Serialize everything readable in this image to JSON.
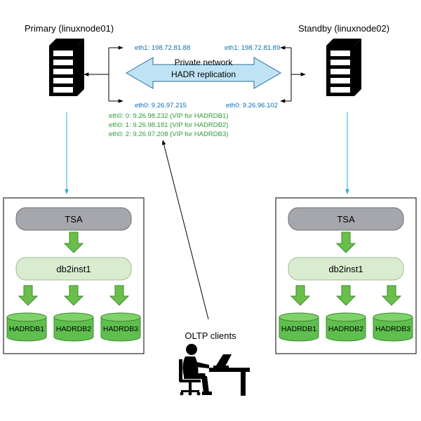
{
  "primary": {
    "title": "Primary (linuxnode01)",
    "eth1": "eth1: 198.72.81.88",
    "eth0": "eth0: 9.26.97.215",
    "vips": [
      "eth0: 0: 9.26.98.232 (VIP for HADRDB1)",
      "eth0: 1: 9.26.98.181 (VIP for HADRDB2)",
      "eth0: 2: 9.26.97.208 (VIP for HADRDB3)"
    ],
    "tsa": "TSA",
    "instance": "db2inst1",
    "databases": [
      "HADRDB1",
      "HADRDB2",
      "HADRDB3"
    ]
  },
  "standby": {
    "title": "Standby (linuxnode02)",
    "eth1": "eth1: 198.72.81.89",
    "eth0": "eth0: 9.26.96.102",
    "tsa": "TSA",
    "instance": "db2inst1",
    "databases": [
      "HADRDB1",
      "HADRDB2",
      "HADRDB3"
    ]
  },
  "network": {
    "line1": "Private network",
    "line2": "HADR replication"
  },
  "clients": {
    "label": "OLTP clients"
  },
  "colors": {
    "tsa_fill": "#a6a6ad",
    "instance_fill": "#d9ecd0",
    "db_fill": "#5fbf4e",
    "arrow_green": "#6abf4b",
    "net_arrow_fill": "#bfe3f5",
    "link_blue": "#2aa7e0",
    "net_text": "#0b6fb0",
    "vip_text": "#2e9a3a"
  }
}
